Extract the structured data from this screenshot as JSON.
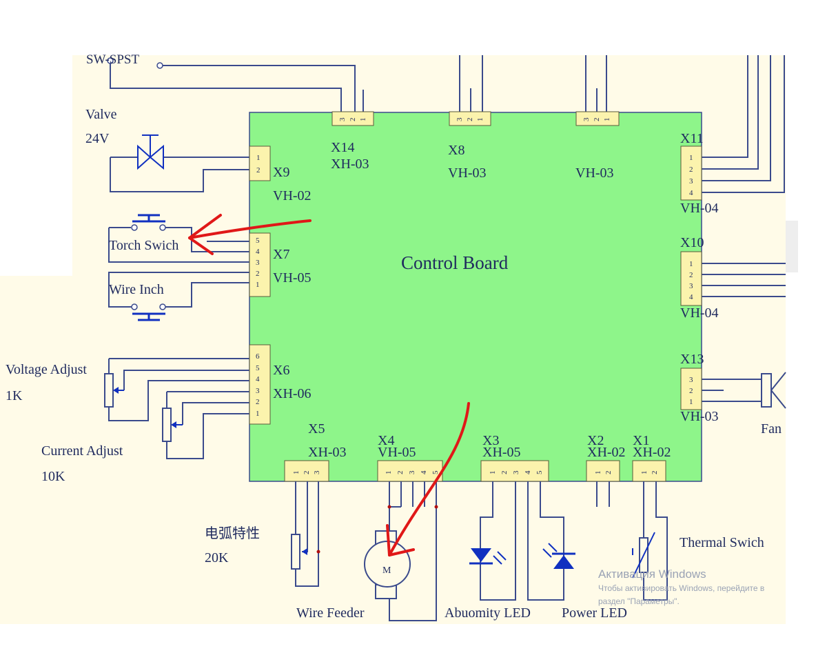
{
  "board": {
    "title": "Control Board",
    "color": "#8ef58a"
  },
  "switches": {
    "sw_top": "SW-SPST",
    "valve": "Valve",
    "valve_v": "24V",
    "torch": "Torch Swich",
    "wire_inch": "Wire Inch"
  },
  "connectors": {
    "x9": {
      "name": "X9",
      "type": "VH-02"
    },
    "x7": {
      "name": "X7",
      "type": "VH-05"
    },
    "x6": {
      "name": "X6",
      "type": "XH-06"
    },
    "x14": {
      "name": "X14",
      "type": "XH-03"
    },
    "x8": {
      "name": "X8",
      "type": "VH-03"
    },
    "xtop3": {
      "name": "",
      "type": "VH-03"
    },
    "x11": {
      "name": "X11",
      "type": "VH-04"
    },
    "x10": {
      "name": "X10",
      "type": "VH-04"
    },
    "x13": {
      "name": "X13",
      "type": "VH-03"
    },
    "x5": {
      "name": "X5",
      "type": "XH-03"
    },
    "x4": {
      "name": "X4",
      "type": "VH-05"
    },
    "x3": {
      "name": "X3",
      "type": "XH-05"
    },
    "x2": {
      "name": "X2",
      "type": "XH-02"
    },
    "x1": {
      "name": "X1",
      "type": "XH-02"
    }
  },
  "components": {
    "voltage_adjust": "Voltage Adjust",
    "voltage_val": "1K",
    "current_adjust": "Current Adjust",
    "current_val": "10K",
    "arc_char": "电弧特性",
    "arc_val": "20K",
    "wire_feeder": "Wire Feeder",
    "motor_label": "M",
    "abu_led": "Abuomity LED",
    "power_led": "Power LED",
    "thermal": "Thermal Swich",
    "fan": "Fan"
  },
  "watermark": {
    "line1": "Активация Windows",
    "line2": "Чтобы активировать Windows, перейдите в",
    "line3": "раздел \"Параметры\"."
  },
  "colors": {
    "background_tint": "#fffbe8",
    "wire": "#3a4a8c",
    "connector": "#fbf3ad",
    "annotation_arrow": "#e01818",
    "symbol_blue": "#1030c0"
  }
}
